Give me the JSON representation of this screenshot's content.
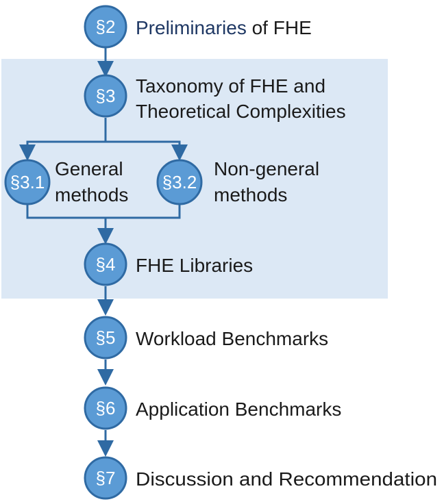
{
  "colors": {
    "highlight_box": "#dce8f5",
    "node_fill": "#5b9bd5",
    "node_stroke": "#2f6aa3",
    "arrow": "#2f6aa3",
    "label": "#1a1a1a",
    "label_accent": "#1f3864"
  },
  "nodes": {
    "s2": {
      "badge": "§2",
      "label_part1": "Preliminaries",
      "label_part2": " of FHE"
    },
    "s3": {
      "badge": "§3",
      "label_line1": "Taxonomy of FHE and",
      "label_line2": "Theoretical Complexities"
    },
    "s31": {
      "badge": "§3.1",
      "label_line1": "General",
      "label_line2": "methods"
    },
    "s32": {
      "badge": "§3.2",
      "label_line1": "Non-general",
      "label_line2": "methods"
    },
    "s4": {
      "badge": "§4",
      "label": "FHE Libraries"
    },
    "s5": {
      "badge": "§5",
      "label": "Workload Benchmarks"
    },
    "s6": {
      "badge": "§6",
      "label": "Application Benchmarks"
    },
    "s7": {
      "badge": "§7",
      "label": "Discussion and Recommendation"
    }
  }
}
